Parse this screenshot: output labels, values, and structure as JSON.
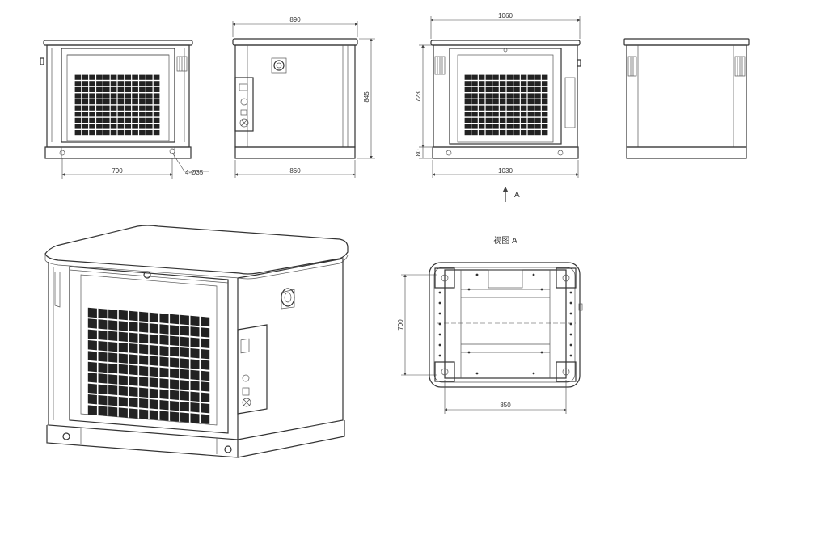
{
  "dimensions": {
    "front_base_width": "790",
    "front_holes": "4-Ø35",
    "side_top_width": "890",
    "side_base_width": "860",
    "side_height": "845",
    "back_top_width": "1060",
    "back_base_width": "1030",
    "back_height": "723",
    "back_base_height": "80",
    "plan_depth": "700",
    "plan_width": "850"
  },
  "labels": {
    "arrow_label": "A",
    "view_a_title": "视图 A"
  },
  "colors": {
    "line": "#333333",
    "grille": "#222222",
    "background": "#ffffff"
  }
}
